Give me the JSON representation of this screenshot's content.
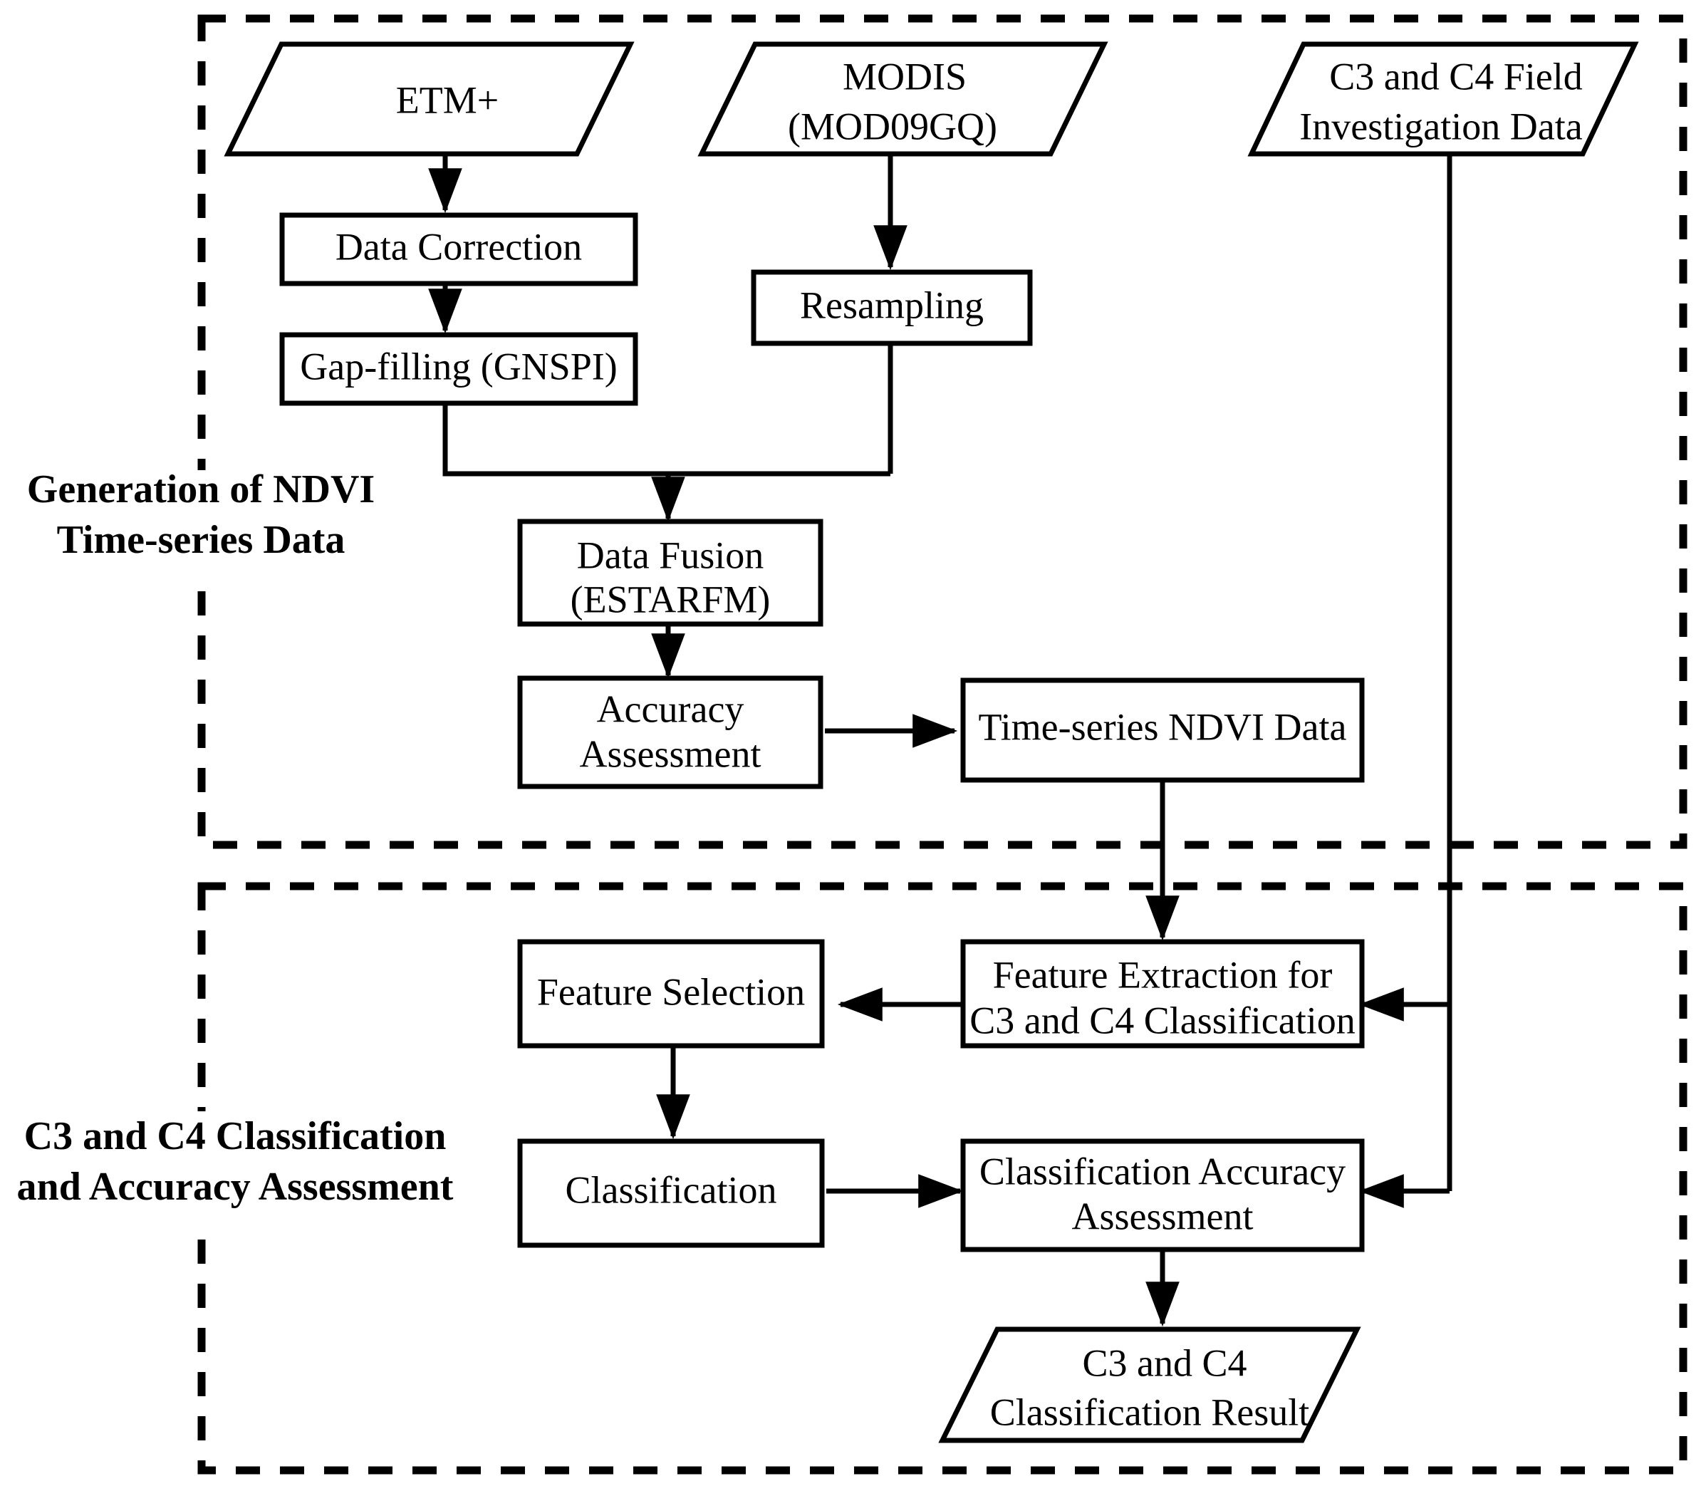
{
  "figure": {
    "type": "flowchart",
    "title": "NDVI time-series generation and C3/C4 classification workflow",
    "groups": [
      {
        "id": "group-generation",
        "label_line1": "Generation of NDVI",
        "label_line2": "Time-series Data",
        "style": "dashed-rectangle"
      },
      {
        "id": "group-classification",
        "label_line1": "C3 and C4 Classification",
        "label_line2": "and Accuracy Assessment",
        "style": "dashed-rectangle"
      }
    ],
    "nodes": [
      {
        "id": "etm",
        "shape": "parallelogram",
        "line1": "ETM+",
        "line2": ""
      },
      {
        "id": "modis",
        "shape": "parallelogram",
        "line1": "MODIS",
        "line2": "(MOD09GQ)"
      },
      {
        "id": "field",
        "shape": "parallelogram",
        "line1": "C3 and C4 Field",
        "line2": "Investigation Data"
      },
      {
        "id": "data-correction",
        "shape": "rectangle",
        "line1": "Data Correction",
        "line2": ""
      },
      {
        "id": "gap-filling",
        "shape": "rectangle",
        "line1": "Gap-filling (GNSPI)",
        "line2": ""
      },
      {
        "id": "resampling",
        "shape": "rectangle",
        "line1": "Resampling",
        "line2": ""
      },
      {
        "id": "data-fusion",
        "shape": "rectangle",
        "line1": "Data Fusion",
        "line2": "(ESTARFM)"
      },
      {
        "id": "accuracy",
        "shape": "rectangle",
        "line1": "Accuracy",
        "line2": "Assessment"
      },
      {
        "id": "ndvi",
        "shape": "rectangle",
        "line1": "Time-series NDVI Data",
        "line2": ""
      },
      {
        "id": "feature-extract",
        "shape": "rectangle",
        "line1": "Feature Extraction for",
        "line2": "C3 and C4 Classification"
      },
      {
        "id": "feature-select",
        "shape": "rectangle",
        "line1": "Feature Selection",
        "line2": ""
      },
      {
        "id": "classification",
        "shape": "rectangle",
        "line1": "Classification",
        "line2": ""
      },
      {
        "id": "class-accuracy",
        "shape": "rectangle",
        "line1": "Classification Accuracy",
        "line2": "Assessment"
      },
      {
        "id": "result",
        "shape": "parallelogram",
        "line1": "C3 and C4",
        "line2": "Classification Result"
      }
    ],
    "edges": [
      {
        "from": "etm",
        "to": "data-correction",
        "arrow": "down"
      },
      {
        "from": "modis",
        "to": "resampling",
        "arrow": "down"
      },
      {
        "from": "data-correction",
        "to": "gap-filling",
        "arrow": "down"
      },
      {
        "from": "gap-filling",
        "to": "data-fusion",
        "arrow": "down"
      },
      {
        "from": "resampling",
        "to": "data-fusion",
        "arrow": "down"
      },
      {
        "from": "data-fusion",
        "to": "accuracy",
        "arrow": "down"
      },
      {
        "from": "accuracy",
        "to": "ndvi",
        "arrow": "right"
      },
      {
        "from": "ndvi",
        "to": "feature-extract",
        "arrow": "down"
      },
      {
        "from": "field",
        "to": "feature-extract",
        "arrow": "left"
      },
      {
        "from": "field",
        "to": "class-accuracy",
        "arrow": "left"
      },
      {
        "from": "feature-extract",
        "to": "feature-select",
        "arrow": "left"
      },
      {
        "from": "feature-select",
        "to": "classification",
        "arrow": "down"
      },
      {
        "from": "classification",
        "to": "class-accuracy",
        "arrow": "right"
      },
      {
        "from": "class-accuracy",
        "to": "result",
        "arrow": "down"
      }
    ],
    "colors": {
      "stroke": "#000000",
      "fill": "#ffffff",
      "text": "#000000",
      "background": "#ffffff"
    }
  }
}
